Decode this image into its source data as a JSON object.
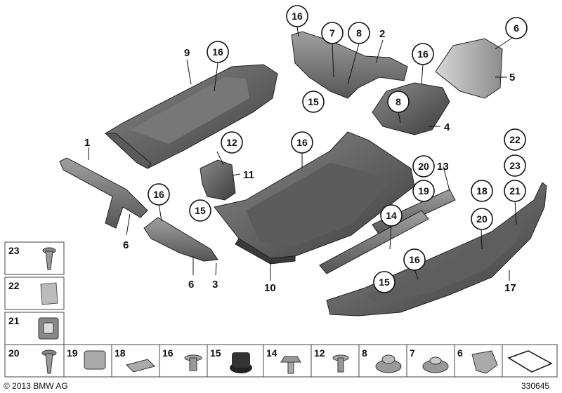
{
  "labels": {
    "p1": "1",
    "p2": "2",
    "p3": "3",
    "p4": "4",
    "p5": "5",
    "p6a": "6",
    "p6b": "6",
    "p9": "9",
    "p10": "10",
    "p11": "11",
    "p13": "13",
    "p17": "17"
  },
  "callouts": {
    "c16_9": "16",
    "c16_top": "16",
    "c7": "7",
    "c8_top": "8",
    "c6_top": "6",
    "c16_4": "16",
    "c15_2": "15",
    "c8_4": "8",
    "c16_10": "16",
    "c12": "12",
    "c15_11": "15",
    "c16_3": "16",
    "c20a": "20",
    "c19": "19",
    "c14": "14",
    "c15_14": "15",
    "c16_17": "16",
    "c18": "18",
    "c20b": "20",
    "c22": "22",
    "c23": "23",
    "c21": "21"
  },
  "legend": {
    "left_column": [
      "23",
      "22",
      "21"
    ],
    "bottom_row": [
      "20",
      "19",
      "18",
      "16",
      "15",
      "14",
      "12",
      "8",
      "7",
      "6"
    ]
  },
  "footer": {
    "copyright": "© 2013 BMW AG",
    "diagram_number": "330645"
  },
  "colors": {
    "part_dark": "#4a4a4a",
    "part_mid": "#6b6b6b",
    "part_light": "#9a9a9a",
    "outline": "#111111"
  }
}
